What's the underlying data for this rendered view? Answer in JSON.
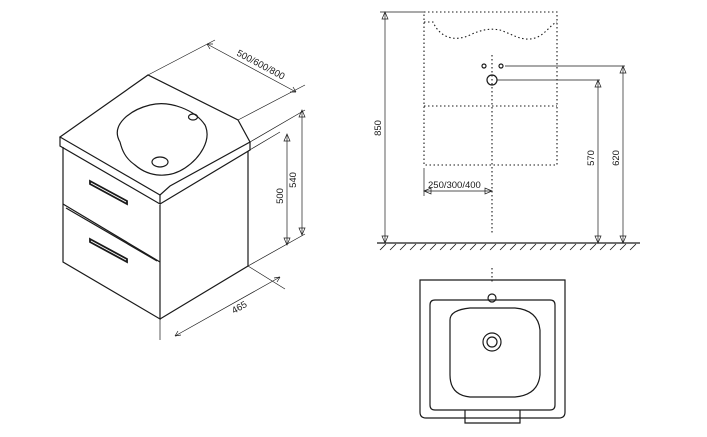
{
  "dimensions": {
    "top_width": "500/600/800",
    "depth": "465",
    "height_cabinet": "500",
    "height_total": "540",
    "height_floor": "850",
    "siphon_height": "570",
    "drain_height": "620",
    "siphon_offset": "250/300/400"
  }
}
